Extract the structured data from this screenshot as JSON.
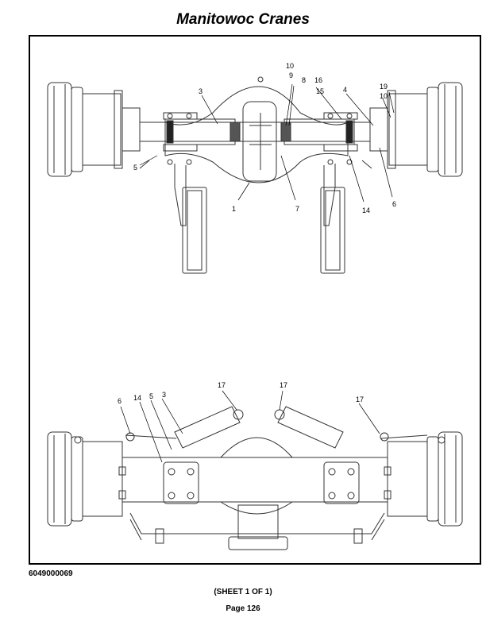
{
  "header": {
    "title": "Manitowoc Cranes"
  },
  "drawing": {
    "top_view_callouts": [
      "10",
      "9",
      "8",
      "3",
      "16",
      "15",
      "4",
      "19",
      "10",
      "5",
      "1",
      "7",
      "14",
      "6"
    ],
    "bottom_view_callouts": [
      "17",
      "17",
      "17",
      "6",
      "14",
      "5",
      "3"
    ]
  },
  "footer": {
    "part_number": "6049000069",
    "sheet": "(SHEET 1 OF 1)",
    "page": "Page 126"
  }
}
